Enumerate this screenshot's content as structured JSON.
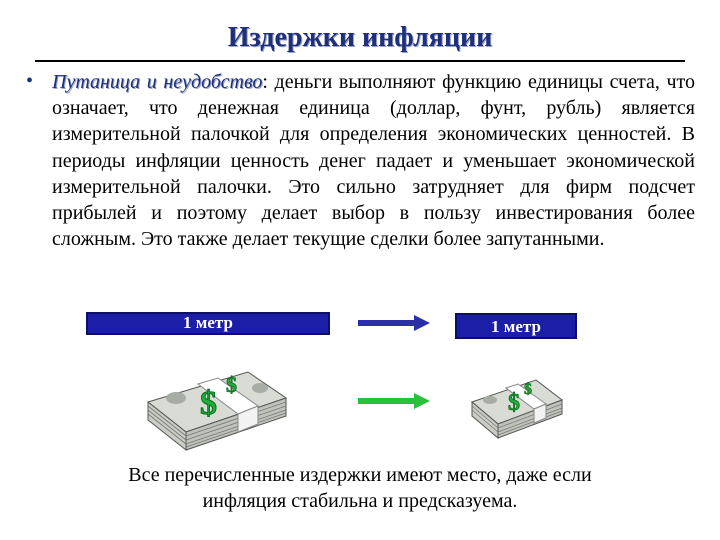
{
  "slide": {
    "title": "Издержки инфляции",
    "emphasis": "Путаница и неудобство",
    "body_rest": ": деньги выполняют функцию единицы счета, что означает, что денежная единица (доллар, фунт, рубль) является измерительной палочкой для определения экономических ценностей. В периоды инфляции ценность денег падает и уменьшает экономической измерительной палочки. Это сильно затрудняет для фирм подсчет прибылей и поэтому делает выбор в пользу инвестирования более сложным. Это также делает текущие сделки более запутанными.",
    "footer_line1": "Все перечисленные издержки имеют место, даже если",
    "footer_line2": "инфляция стабильна и предсказуема."
  },
  "diagram": {
    "meter_long_label": "1 метр",
    "meter_short_label": "1 метр",
    "money_symbol": "$",
    "arrow_blue_color": "#2a2fa8",
    "arrow_green_color": "#27c23a",
    "bar_color": "#1c1ea8"
  }
}
